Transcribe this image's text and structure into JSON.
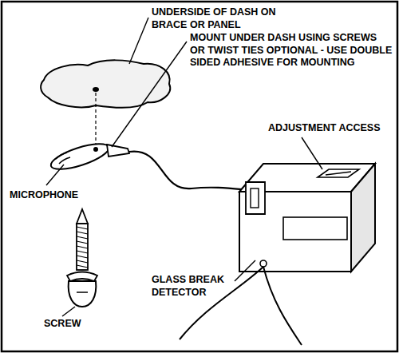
{
  "diagram": {
    "labels": [
      "UNDERSIDE OF DASH ON BRACE OR PANEL",
      "MOUNT UNDER DASH USING SCREWS OR TWIST TIES OPTIONAL - USE DOUBLE SIDED ADHESIVE FOR MOUNTING",
      "ADJUSTMENT ACCESS",
      "MICROPHONE",
      "SCREW",
      "GLASS BREAK DETECTOR"
    ]
  }
}
